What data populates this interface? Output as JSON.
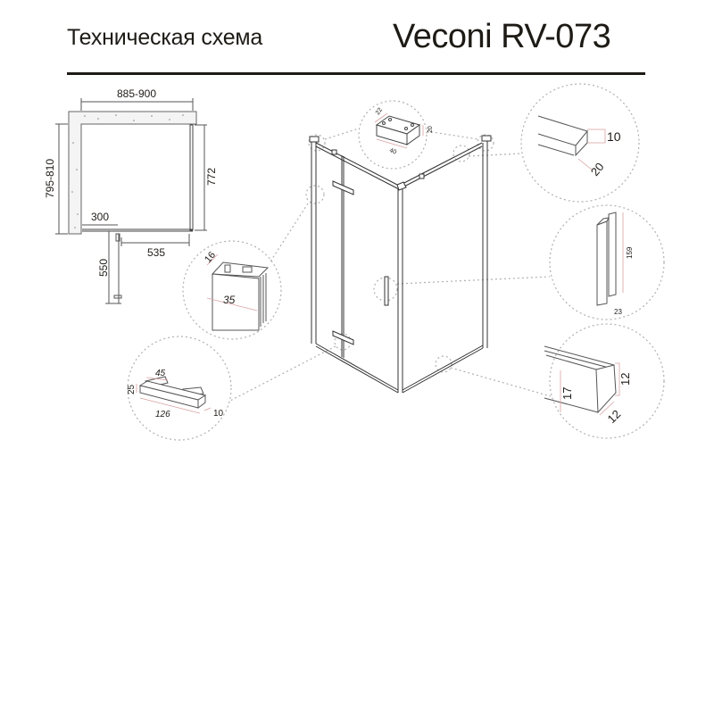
{
  "header": {
    "subtitle": "Техническая схема",
    "model": "Veconi RV-073"
  },
  "plan_view": {
    "width_label": "885-900",
    "depth_label": "795-810",
    "side_panel_label": "772",
    "fixed_panel_label": "300",
    "door_width_label": "535",
    "door_swing_label": "550"
  },
  "details": {
    "wall_bracket": {
      "a": "22",
      "b": "20",
      "c": "40"
    },
    "top_profile": {
      "height": "10",
      "width": "20"
    },
    "handle": {
      "length": "159",
      "depth": "23"
    },
    "wall_profile": {
      "depth": "16",
      "width": "35"
    },
    "hinge": {
      "height": "25",
      "plate": "45",
      "length": "126",
      "thickness": "10"
    },
    "bottom_seal": {
      "height": "17",
      "side": "12",
      "width": "12"
    }
  },
  "colors": {
    "ink": "#1e1b16",
    "dim_red": "#d9a0a0",
    "dotted": "#aaaaaa"
  }
}
